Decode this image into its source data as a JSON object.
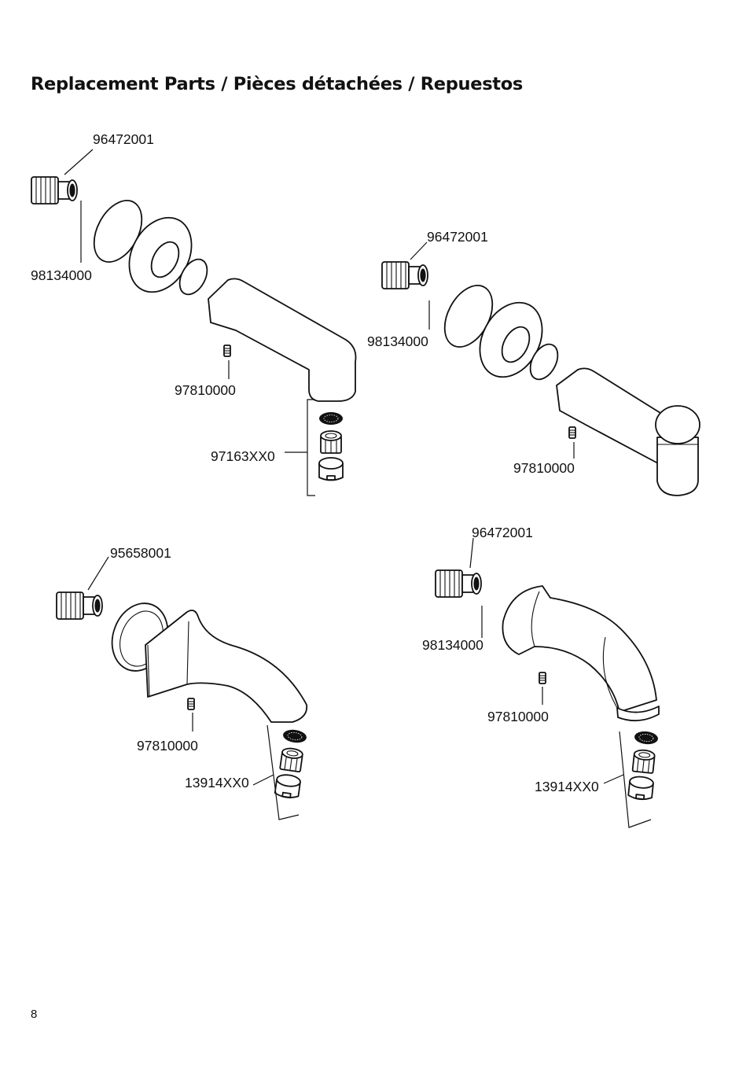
{
  "header": {
    "title": "Replacement Parts / Pièces détachées / Repuestos"
  },
  "assemblies": [
    {
      "name": "spout-1",
      "parts": [
        {
          "key": "connector",
          "number": "96472001"
        },
        {
          "key": "o-ring",
          "number": "98134000"
        },
        {
          "key": "set-screw",
          "number": "97810000"
        },
        {
          "key": "aerator",
          "number": "97163XX0"
        }
      ]
    },
    {
      "name": "spout-2",
      "parts": [
        {
          "key": "connector",
          "number": "96472001"
        },
        {
          "key": "o-ring",
          "number": "98134000"
        },
        {
          "key": "set-screw",
          "number": "97810000"
        }
      ]
    },
    {
      "name": "spout-3",
      "parts": [
        {
          "key": "connector",
          "number": "95658001"
        },
        {
          "key": "set-screw",
          "number": "97810000"
        },
        {
          "key": "aerator",
          "number": "13914XX0"
        }
      ]
    },
    {
      "name": "spout-4",
      "parts": [
        {
          "key": "connector",
          "number": "96472001"
        },
        {
          "key": "o-ring",
          "number": "98134000"
        },
        {
          "key": "set-screw",
          "number": "97810000"
        },
        {
          "key": "aerator",
          "number": "13914XX0"
        }
      ]
    }
  ],
  "footer": {
    "page_number": "8"
  }
}
